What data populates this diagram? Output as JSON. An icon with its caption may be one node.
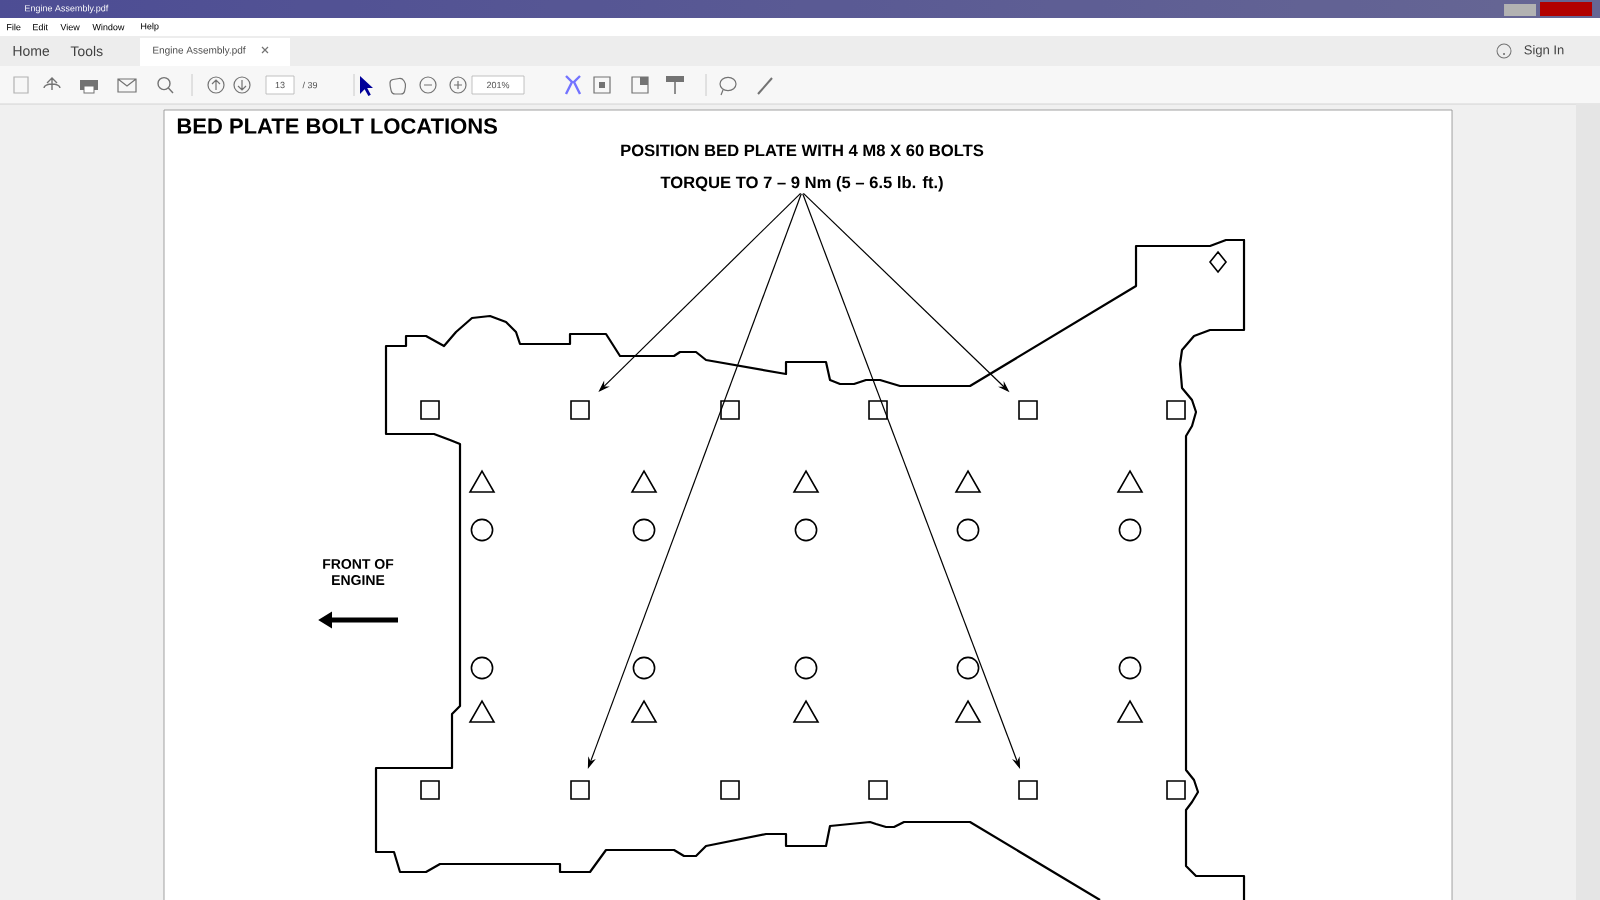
{
  "diagram": {
    "title": "BED PLATE BOLT LOCATIONS",
    "nodes": [
      {
        "text": [
          "POSITION BED PLATE WITH 4 M8 X 60 BOLTS",
          "TORQUE TO 7 – 9 Nm (5 – 6.5 lb. ft.)"
        ]
      },
      {
        "text": [],
        "shape": "box"
      },
      {
        "text": [],
        "shape": "box"
      },
      {
        "text": [],
        "shape": "box"
      },
      {
        "text": [],
        "shape": "box"
      },
      {
        "text": [],
        "shape": "box"
      },
      {
        "text": [],
        "shape": "box"
      },
      {
        "text": [],
        "shape": "box"
      },
      {
        "text": [],
        "shape": "box"
      },
      {
        "text": [],
        "shape": "box"
      },
      {
        "text": [],
        "shape": "box"
      },
      {
        "text": [],
        "shape": "box"
      },
      {
        "text": [],
        "shape": "box"
      }
    ],
    "edges": [
      {
        "from": 0,
        "to": 2,
        "arrow": "to"
      },
      {
        "from": 0,
        "to": 5,
        "arrow": "to"
      },
      {
        "from": 0,
        "to": 8,
        "arrow": "to"
      },
      {
        "from": 0,
        "to": 11,
        "arrow": "to"
      }
    ],
    "labels": [
      "Engine Assembly.pdf",
      "File",
      "Edit",
      "View",
      "Window",
      "Help",
      "Home",
      "Tools",
      "Engine Assembly.pdf",
      "Sign In",
      "13",
      "/ 39",
      "201%",
      "FRONT OF ENGINE"
    ]
  }
}
